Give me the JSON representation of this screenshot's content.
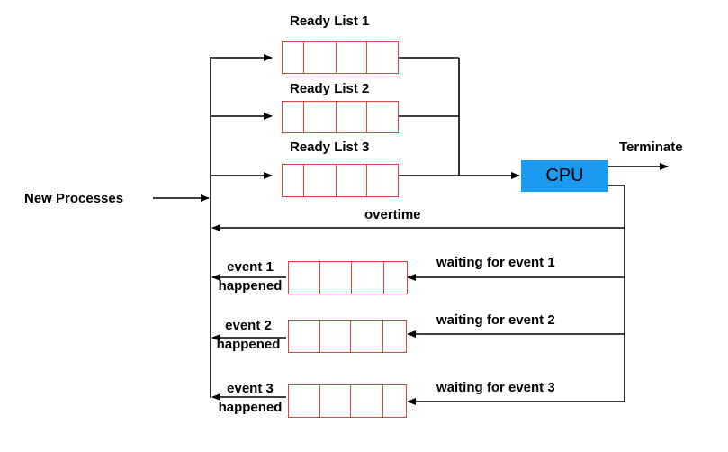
{
  "ready_lists": [
    {
      "label": "Ready List 1"
    },
    {
      "label": "Ready List 2"
    },
    {
      "label": "Ready List 3"
    }
  ],
  "new_processes": "New Processes",
  "cpu": "CPU",
  "terminate": "Terminate",
  "overtime": "overtime",
  "wait_queues": [
    {
      "waiting": "waiting for event 1",
      "happened_line1": "event 1",
      "happened_line2": "happened"
    },
    {
      "waiting": "waiting for event 2",
      "happened_line1": "event 2",
      "happened_line2": "happened"
    },
    {
      "waiting": "waiting for event 3",
      "happened_line1": "event 3",
      "happened_line2": "happened"
    }
  ],
  "colors": {
    "queue_border": "#d9443f",
    "cpu_fill": "#1a9bf0",
    "line": "#000000"
  }
}
